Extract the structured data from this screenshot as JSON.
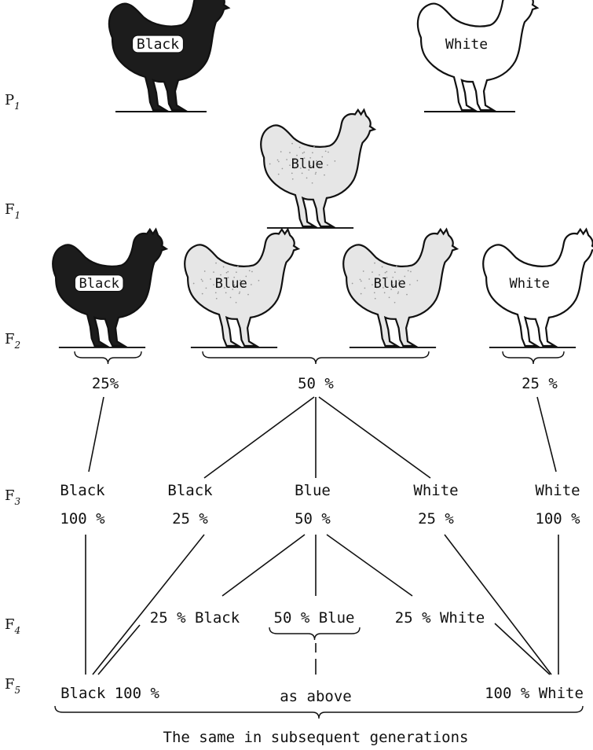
{
  "generations": {
    "p1": {
      "letter": "P",
      "sub": "1"
    },
    "f1": {
      "letter": "F",
      "sub": "1"
    },
    "f2": {
      "letter": "F",
      "sub": "2"
    },
    "f3": {
      "letter": "F",
      "sub": "3"
    },
    "f4": {
      "letter": "F",
      "sub": "4"
    },
    "f5": {
      "letter": "F",
      "sub": "5"
    }
  },
  "birds": {
    "p1_black": {
      "label": "Black",
      "plumage": "black"
    },
    "p1_white": {
      "label": "White",
      "plumage": "white"
    },
    "f1_blue": {
      "label": "Blue",
      "plumage": "blue"
    },
    "f2_black": {
      "label": "Black",
      "plumage": "black"
    },
    "f2_blue_1": {
      "label": "Blue",
      "plumage": "blue"
    },
    "f2_blue_2": {
      "label": "Blue",
      "plumage": "blue"
    },
    "f2_white": {
      "label": "White",
      "plumage": "white"
    }
  },
  "f2_ratios": {
    "black": "25%",
    "blue": "50 %",
    "white": "25 %"
  },
  "f3": {
    "black_pure": {
      "color": "Black",
      "pct": "100 %"
    },
    "black_split": {
      "color": "Black",
      "pct": "25 %"
    },
    "blue_split": {
      "color": "Blue",
      "pct": "50 %"
    },
    "white_split": {
      "color": "White",
      "pct": "25 %"
    },
    "white_pure": {
      "color": "White",
      "pct": "100 %"
    }
  },
  "f4": {
    "black": "25 % Black",
    "blue": "50 % Blue",
    "white": "25 % White"
  },
  "f5": {
    "black": "Black 100 %",
    "middle": "as above",
    "white": "100 % White"
  },
  "caption": "The same in subsequent generations",
  "colors": {
    "ink": "#111111",
    "black_fill": "#1c1c1c",
    "blue_fill": "#e6e6e6",
    "white_fill": "#ffffff"
  }
}
